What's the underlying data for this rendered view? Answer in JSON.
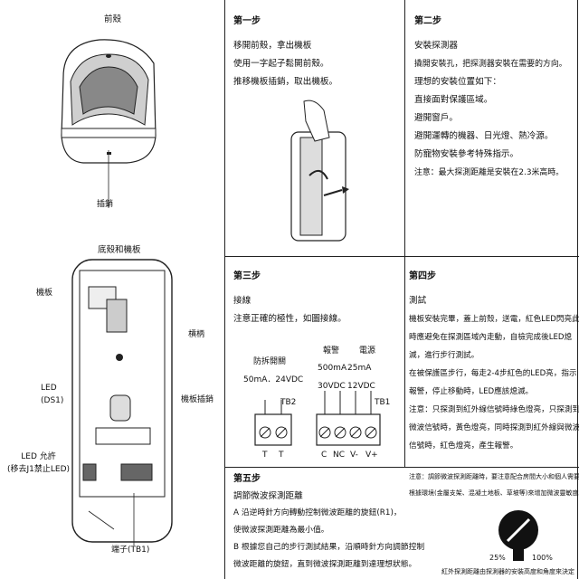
{
  "left_col": {
    "front_cover_title": "前殼",
    "latch_label": "插銷",
    "base_board_title": "底殼和機板",
    "board_label": "機板",
    "lever_label": "槓柄",
    "led_label_1": "LED",
    "led_label_2": "(DS1)",
    "board_latch_label": "機板插銷",
    "led_allow_1": "LED 允許",
    "led_allow_2": "(移去J1禁止LED)",
    "terminal_label": "端子(TB1)"
  },
  "step1": {
    "title": "第一步",
    "lines": [
      "移開前殼，拿出機板",
      "使用一字起子鬆開前殼。",
      "推移機板插銷，取出機板。"
    ]
  },
  "step2": {
    "title": "第二步",
    "lines": [
      "安裝探測器",
      "撬開安裝孔，把探測器安裝在需要的方向。",
      "理想的安裝位置如下：",
      "直接面對保護區域。",
      "避開窗戶。",
      "避開運轉的機器、日光燈、熱冷源。",
      "防寵物安裝參考特殊指示。",
      "注意：最大探測距離是安裝在2.3米高時。"
    ]
  },
  "step3": {
    "title": "第三步",
    "lines": [
      "接線",
      "注意正確的極性，如圖接線。"
    ],
    "tamper_title": "防拆開關",
    "tamper_spec": "50mA．24VDC",
    "alarm_title": "報警",
    "alarm_current": "500mA",
    "alarm_voltage": "30VDC",
    "power_title": "電源",
    "power_current": "25mA",
    "power_voltage": "12VDC",
    "tb2": "TB2",
    "tb1": "TB1",
    "tb2_terms": [
      "T",
      "T"
    ],
    "tb1_terms": [
      "C",
      "NC",
      "V-",
      "V+"
    ]
  },
  "step4": {
    "title": "第四步",
    "lines": [
      "測試",
      "機板安裝完畢，蓋上前殼，送電，紅色LED閃亮此",
      "時應避免在探測區域內走動，自檢完成後LED熄",
      "滅，進行步行測試。",
      "在被保護區步行，每走2-4步紅色的LED亮，指示",
      "報警，停止移動時，LED應該熄滅。",
      "注意：只探測到紅外線信號時綠色燈亮，只探測到",
      "微波信號時，黃色燈亮，同時探測到紅外線與微波",
      "信號時，紅色燈亮，產生報警。"
    ]
  },
  "step5": {
    "title": "第五步",
    "lines": [
      "調節微波探測距離",
      "A 沿逆時針方向轉動控制微波距離的旋鈕(R1)，",
      "使微波探測距離為最小值。",
      "B 根據您自己的步行測試結果，沿順時針方向調節控制",
      "微波距離的旋鈕，直到微波探測距離到達理想狀態。"
    ]
  },
  "note": {
    "line1": "注意：調節微波探測距離時，要注意配合房間大小和個人需要。",
    "line2": "根據環境(金屬支架、混凝土地板、草坡等)來增加微波靈敏度。",
    "pct_min": "25%",
    "pct_max": "100%",
    "footer": "紅外探測距離由探測器的安裝高度和角度來決定"
  }
}
